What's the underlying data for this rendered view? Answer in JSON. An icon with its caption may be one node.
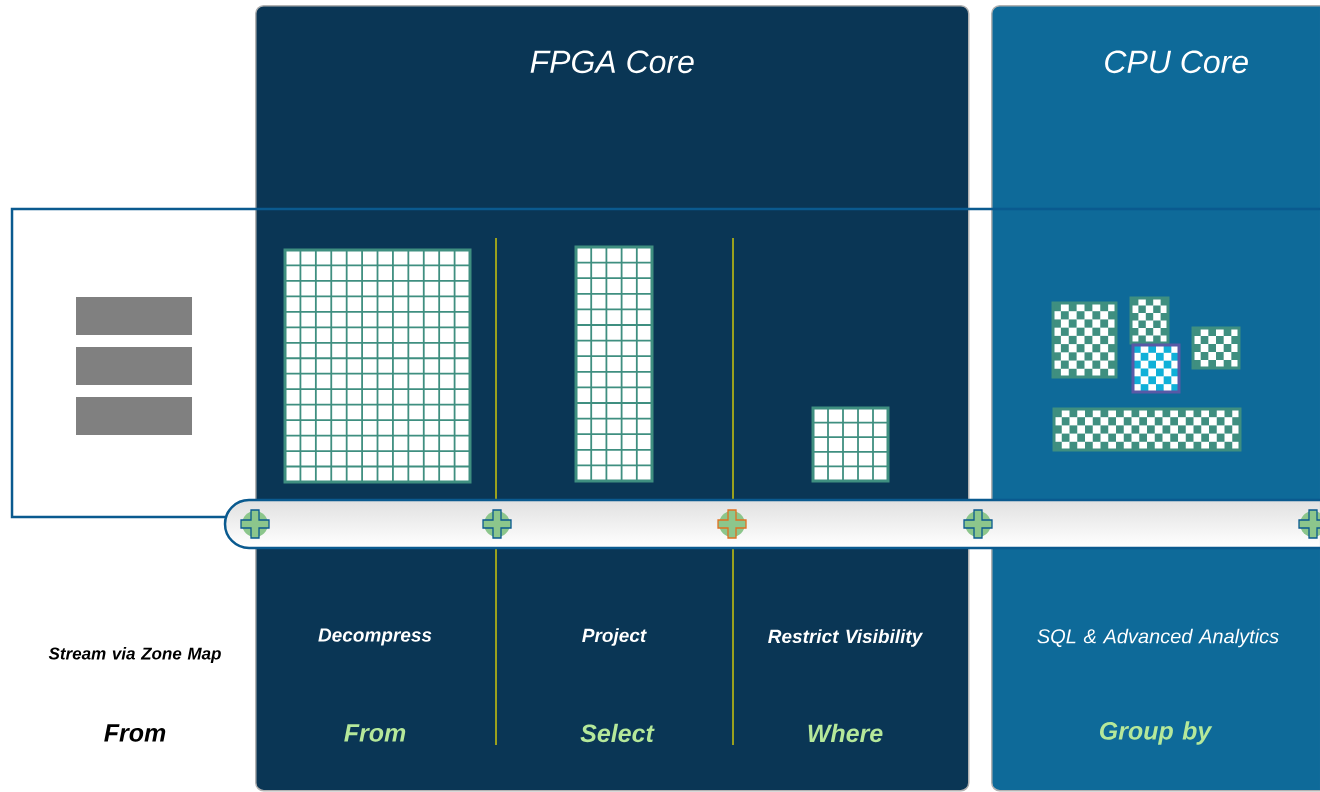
{
  "diagram": {
    "nodes": [
      {
        "text": [
          "FPGA Core"
        ]
      },
      {
        "text": [
          "CPU Core"
        ]
      }
    ],
    "labels": [
      "Stream via Zone Map",
      "Decompress",
      "Project",
      "Restrict Visibility",
      "SQL & Advanced Analytics",
      "From",
      "From",
      "Select",
      "Where",
      "Group by"
    ]
  }
}
